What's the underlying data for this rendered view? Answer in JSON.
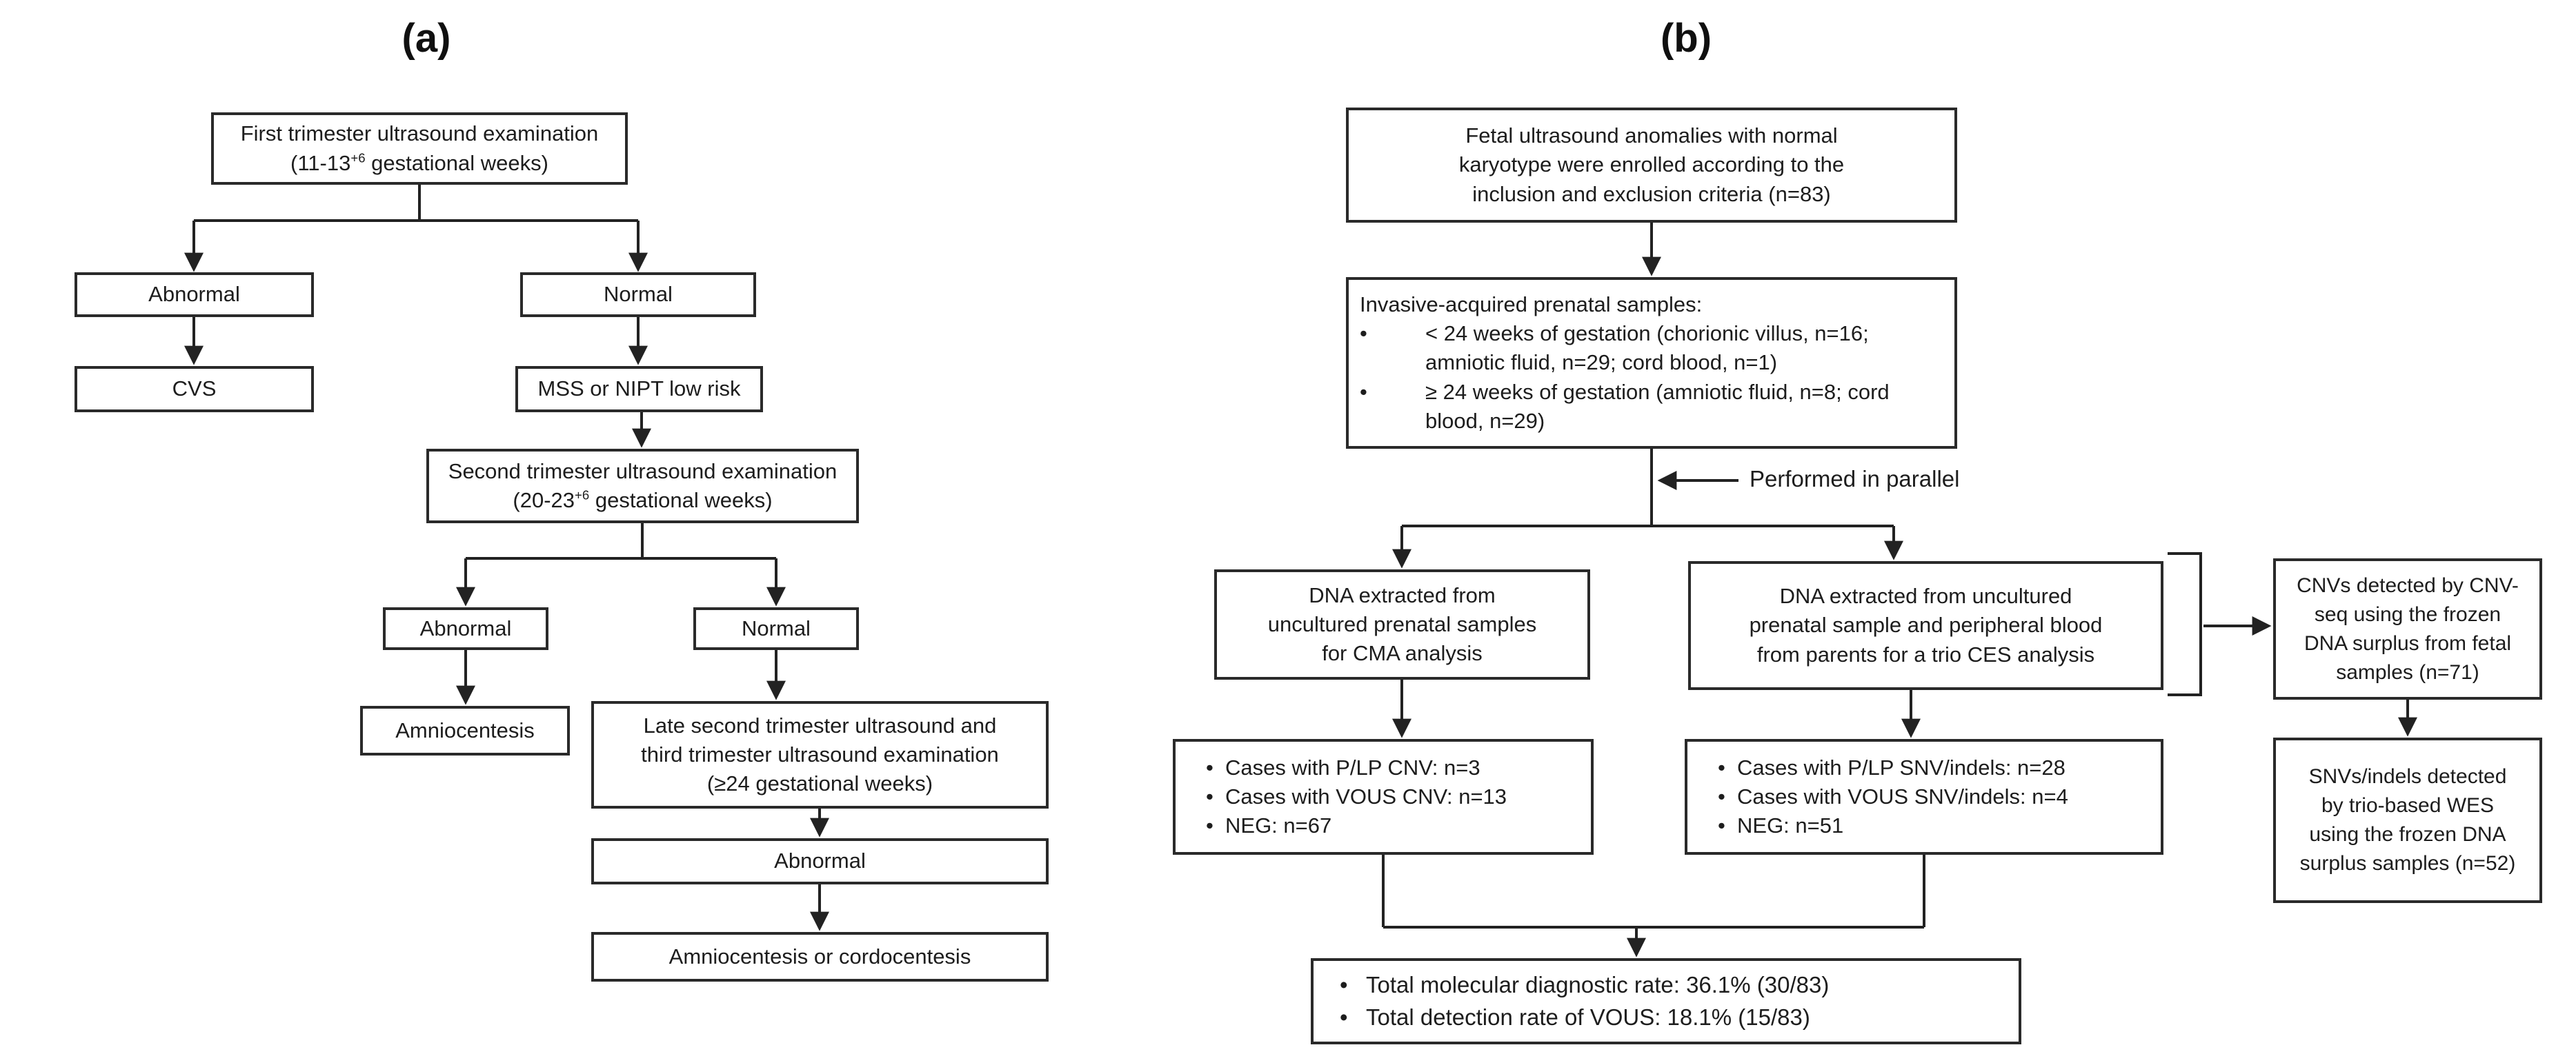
{
  "ui": {
    "bullet": "•"
  },
  "panel_a": {
    "label": "(a)",
    "first_trimester": {
      "line1": "First trimester ultrasound examination",
      "paren_pre": "(11-13",
      "sup": "+6",
      "paren_post": " gestational weeks)"
    },
    "abnormal_1": "Abnormal",
    "normal_1": "Normal",
    "cvs": "CVS",
    "mss_nipt": "MSS or NIPT low risk",
    "second_trimester": {
      "line1": "Second trimester ultrasound examination",
      "paren_pre": "(20-23",
      "sup": "+6",
      "paren_post": " gestational weeks)"
    },
    "abnormal_2": "Abnormal",
    "normal_2": "Normal",
    "amniocentesis": "Amniocentesis",
    "late_third": {
      "lines": [
        "Late second trimester ultrasound and",
        "third trimester ultrasound examination",
        "(≥24 gestational weeks)"
      ]
    },
    "abnormal_3": "Abnormal",
    "amnio_cordo": "Amniocentesis or cordocentesis"
  },
  "panel_b": {
    "label": "(b)",
    "enrollment": {
      "lines": [
        "Fetal ultrasound anomalies with normal",
        "karyotype were enrolled according to the",
        "inclusion and exclusion criteria (n=83)"
      ]
    },
    "invasive_samples": {
      "title": "Invasive-acquired prenatal samples:",
      "items": [
        "< 24 weeks of gestation (chorionic villus, n=16; amniotic fluid, n=29; cord blood, n=1)",
        "≥ 24 weeks of gestation (amniotic fluid, n=8; cord blood, n=29)"
      ]
    },
    "performed_in_parallel": "Performed in parallel",
    "cma": {
      "lines": [
        "DNA extracted from",
        "uncultured prenatal samples",
        "for CMA analysis"
      ]
    },
    "ces": {
      "lines": [
        "DNA extracted from uncultured",
        "prenatal sample and peripheral blood",
        "from parents for a trio CES analysis"
      ]
    },
    "cma_results": {
      "items": [
        "Cases with P/LP CNV: n=3",
        "Cases with VOUS CNV: n=13",
        "NEG: n=67"
      ]
    },
    "ces_results": {
      "items": [
        "Cases with P/LP SNV/indels: n=28",
        "Cases with VOUS SNV/indels: n=4",
        "NEG: n=51"
      ]
    },
    "cnv_seq": {
      "lines": [
        "CNVs detected by CNV-",
        "seq using the frozen",
        "DNA surplus from fetal",
        "samples (n=71)"
      ]
    },
    "wes": {
      "lines": [
        "SNVs/indels detected",
        "by trio-based WES",
        "using the frozen DNA",
        "surplus samples (n=52)"
      ]
    },
    "totals": {
      "items": [
        "Total molecular diagnostic rate: 36.1% (30/83)",
        "Total detection rate of VOUS: 18.1% (15/83)"
      ]
    }
  }
}
